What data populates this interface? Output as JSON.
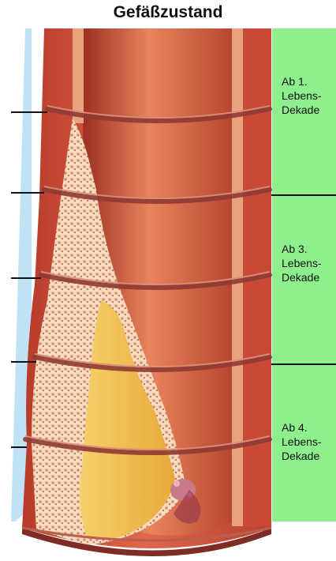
{
  "title": "Gefäßzustand",
  "stages": [
    {
      "label": "Ab 1.\nLebens-\nDekade"
    },
    {
      "label": "Ab 3.\nLebens-\nDekade"
    },
    {
      "label": "Ab 4.\nLebens-\nDekade"
    }
  ],
  "colors": {
    "panel_green": "#8df08d",
    "vessel_outer": "#c94a35",
    "vessel_inner": "#e87c55",
    "plaque_yellow": "#f2c24a",
    "plaque_cream": "#f4e2c8"
  }
}
